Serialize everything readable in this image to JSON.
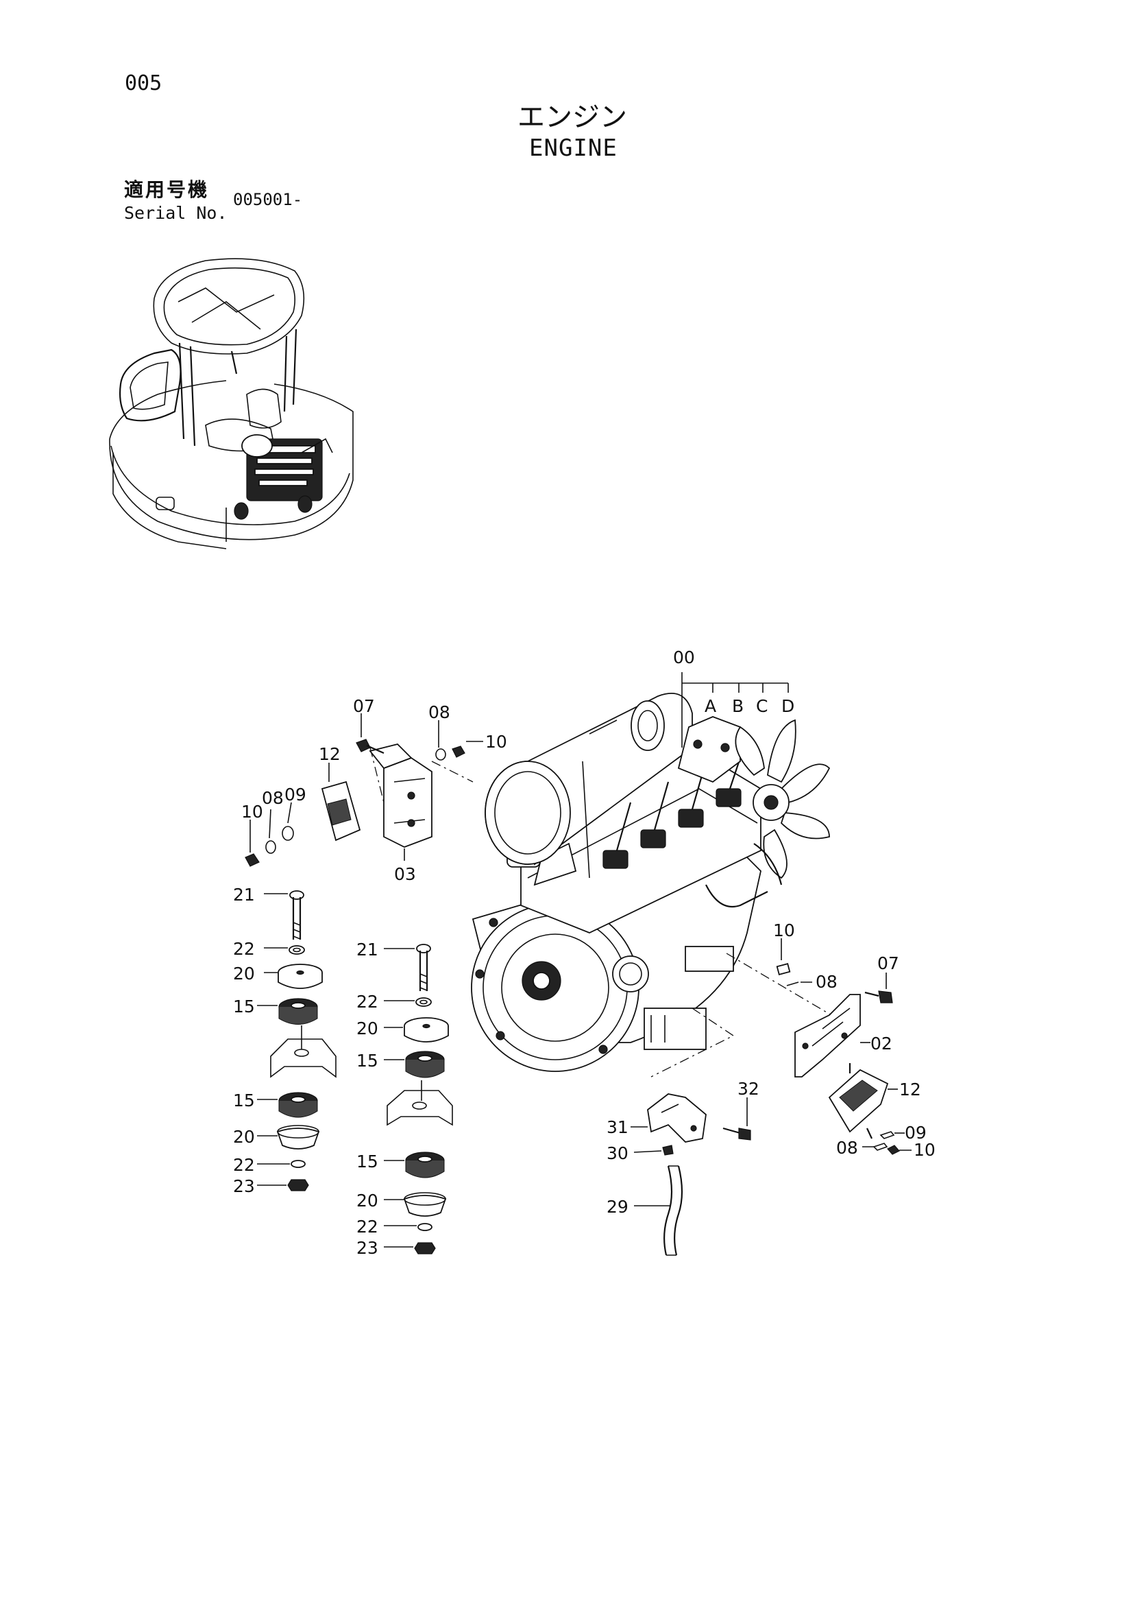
{
  "header": {
    "page_number": "005",
    "title_jp": "エンジン",
    "title_en": "ENGINE",
    "serial_label_jp": "適用号機",
    "serial_label_en": "Serial No.",
    "serial_value": "005001-"
  },
  "callouts": {
    "c00": "00",
    "cA": "A",
    "cB": "B",
    "cC": "C",
    "cD": "D",
    "c07_top": "07",
    "c08_top": "08",
    "c10_top": "10",
    "c12_left": "12",
    "c10_left": "10",
    "c08_left": "08",
    "c09_left": "09",
    "c03": "03",
    "c21_a": "21",
    "c22_a1": "22",
    "c20_a1": "20",
    "c15_a1": "15",
    "c15_a2": "15",
    "c20_a2": "20",
    "c22_a2": "22",
    "c23_a": "23",
    "c21_b": "21",
    "c22_b1": "22",
    "c20_b1": "20",
    "c15_b1": "15",
    "c15_b2": "15",
    "c20_b2": "20",
    "c22_b2": "22",
    "c23_b": "23",
    "c10_right": "10",
    "c08_right": "08",
    "c07_right": "07",
    "c02": "02",
    "c12_right": "12",
    "c09_right": "09",
    "c08_right2": "08",
    "c10_right2": "10",
    "c32": "32",
    "c31": "31",
    "c30": "30",
    "c29": "29"
  }
}
